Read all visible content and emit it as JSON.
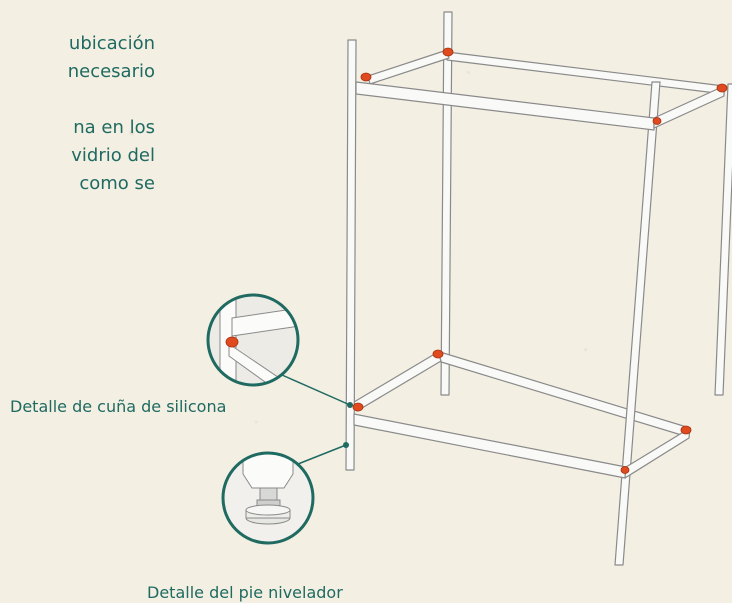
{
  "instructions": {
    "paragraph_1": [
      "ubicación",
      "necesario"
    ],
    "paragraph_2": [
      "na en los",
      "vidrio del",
      "como  se"
    ]
  },
  "callouts": {
    "silicona": "Detalle de cuña de silicona",
    "pie": "Detalle del pie nivelador"
  },
  "colors": {
    "accent_text": "#1f6a61",
    "wedge": "#e04a1f",
    "frame": "#f9f9f8",
    "frame_outline": "#8a8a8a"
  }
}
